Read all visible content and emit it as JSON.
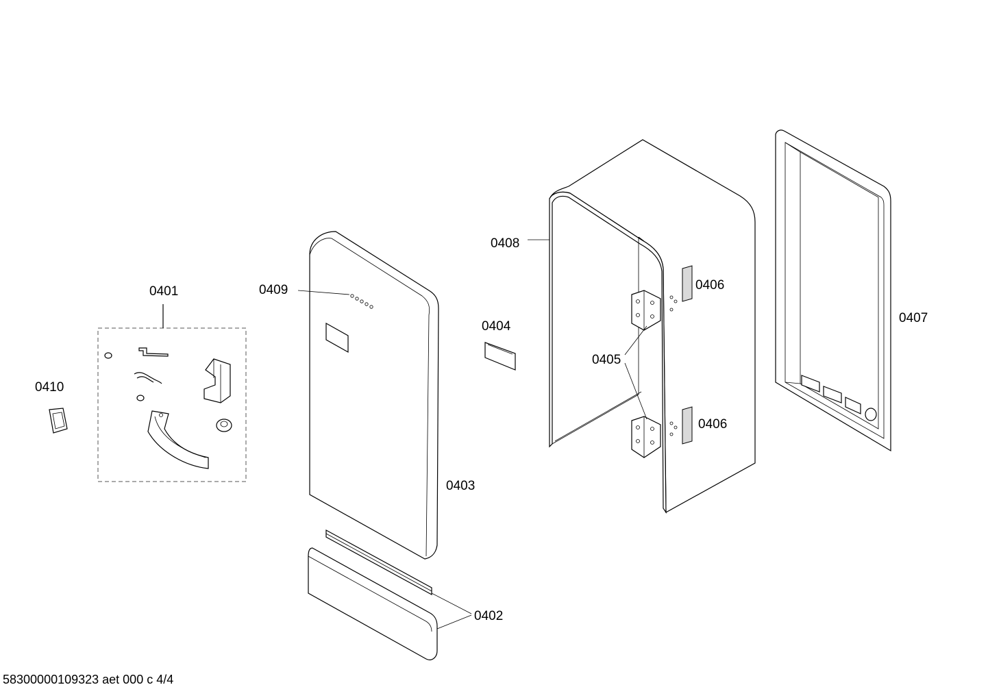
{
  "diagram": {
    "labels": {
      "p0401": "0401",
      "p0402": "0402",
      "p0403": "0403",
      "p0404": "0404",
      "p0405": "0405",
      "p0406_top": "0406",
      "p0406_bottom": "0406",
      "p0407": "0407",
      "p0408": "0408",
      "p0409": "0409",
      "p0410": "0410"
    },
    "footer": "58300000109323 aet 000 c 4/4"
  }
}
